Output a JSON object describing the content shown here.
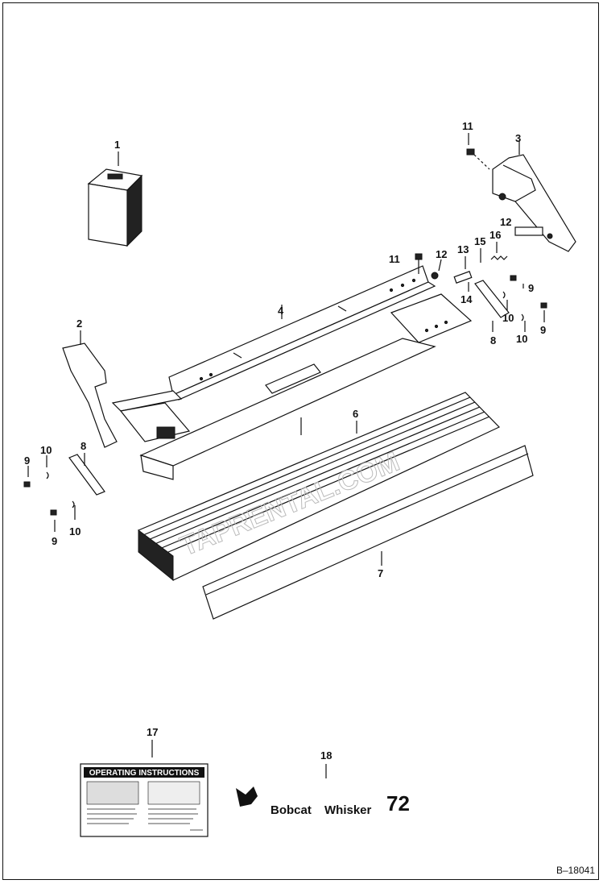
{
  "callouts": [
    "1",
    "2",
    "3",
    "4",
    "6",
    "7",
    "8",
    "9",
    "10",
    "11",
    "12",
    "13",
    "14",
    "15",
    "16",
    "17",
    "18"
  ],
  "decal": {
    "title": "OPERATING INSTRUCTIONS"
  },
  "brand": {
    "name1": "Bobcat",
    "name2": "Whisker",
    "model": "72"
  },
  "figure_ref": "B–18041"
}
